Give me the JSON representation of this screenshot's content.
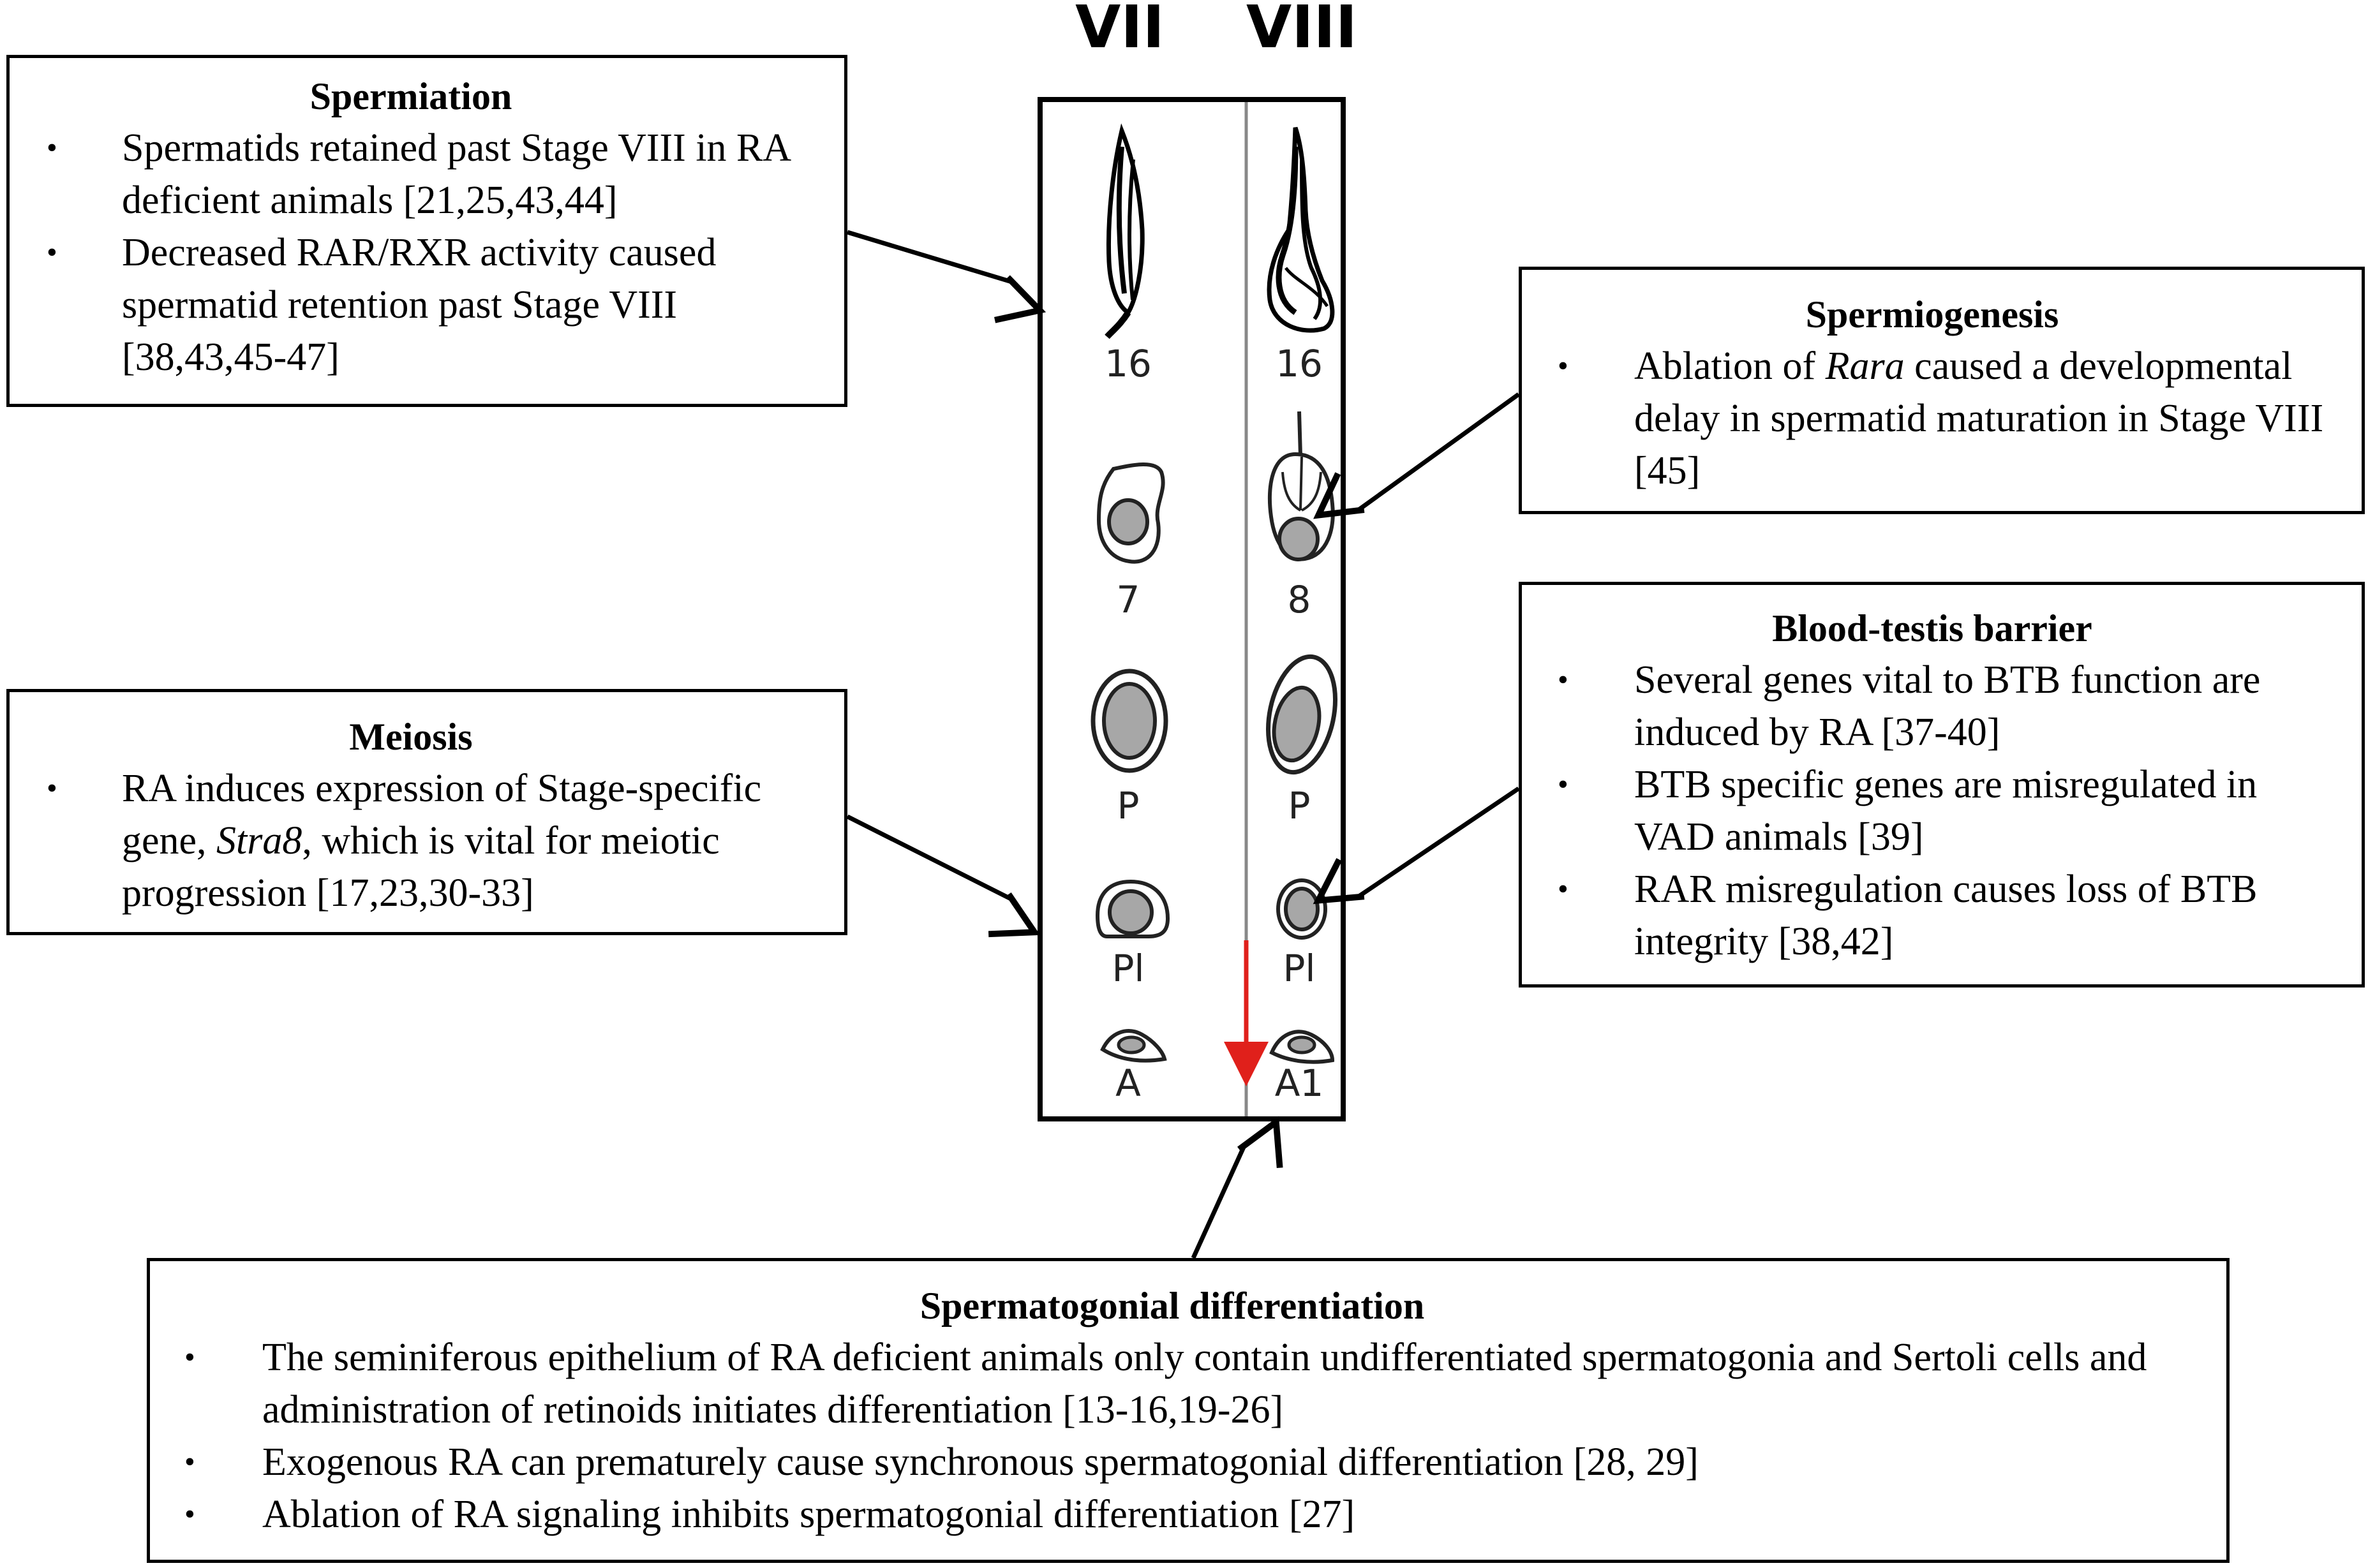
{
  "stages": {
    "left": "VII",
    "right": "VIII"
  },
  "cell_labels": {
    "left": [
      "16",
      "7",
      "P",
      "Pl",
      "A"
    ],
    "right": [
      "16",
      "8",
      "P",
      "Pl",
      "A1"
    ]
  },
  "boxes": {
    "spermiation": {
      "title": "Spermiation",
      "items": [
        "Spermatids retained past Stage VIII in RA deficient animals [21,25,43,44]",
        "Decreased RAR/RXR activity caused spermatid retention past Stage VIII [38,43,45-47]"
      ]
    },
    "meiosis": {
      "title": "Meiosis",
      "items": [
        {
          "pre": "RA induces expression of Stage-specific gene, ",
          "em": "Stra8",
          "post": ", which is vital for meiotic progression [17,23,30-33]"
        }
      ]
    },
    "spermiogenesis": {
      "title": "Spermiogenesis",
      "items": [
        {
          "pre": "Ablation of ",
          "em": "Rara",
          "post": " caused a developmental delay in spermatid maturation in Stage VIII [45]"
        }
      ]
    },
    "btb": {
      "title": "Blood-testis barrier",
      "items": [
        "Several genes vital to BTB function are induced by RA [37-40]",
        "BTB specific genes are misregulated in VAD animals [39]",
        "RAR misregulation causes loss of BTB integrity [38,42]"
      ]
    },
    "differentiation": {
      "title": "Spermatogonial differentiation",
      "items": [
        "The seminiferous epithelium of RA deficient animals only contain undifferentiated spermatogonia and Sertoli cells and administration of retinoids initiates differentiation [13-16,19-26]",
        "Exogenous RA can prematurely cause synchronous spermatogonial differentiation [28, 29]",
        "Ablation of RA signaling inhibits spermatogonial differentiation [27]"
      ]
    }
  },
  "bullet_glyph": "•",
  "colors": {
    "stroke": "#000000",
    "divider": "#888888",
    "progression_arrow": "#e0201b",
    "cell_fill": "#a7a7a7"
  }
}
